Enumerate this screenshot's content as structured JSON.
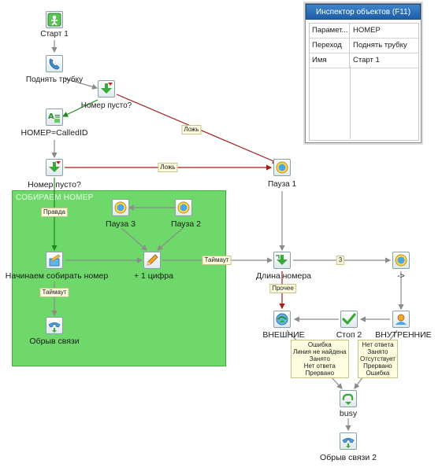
{
  "inspector": {
    "title": "Инспектор объектов (F11)",
    "rows": [
      {
        "key": "Парамет...",
        "value": "НОМЕР"
      },
      {
        "key": "Переход",
        "value": "Поднять трубку"
      },
      {
        "key": "Имя",
        "value": "Старт 1"
      }
    ]
  },
  "group": {
    "title": "СОБИРАЕМ НОМЕР",
    "color": "#6ed96a"
  },
  "nodes": {
    "start1": {
      "label": "Старт 1",
      "icon": "start-icon"
    },
    "pickup": {
      "label": "Поднять трубку",
      "icon": "phone-pickup-icon"
    },
    "empty1": {
      "label": "Номер пусто?",
      "icon": "condition-icon"
    },
    "assign": {
      "label": "НОМЕР=CalledID",
      "icon": "assign-icon"
    },
    "empty2": {
      "label": "Номер пусто?",
      "icon": "condition-icon"
    },
    "pause1": {
      "label": "Пауза 1",
      "icon": "clock-icon"
    },
    "pause3": {
      "label": "Пауза 3",
      "icon": "clock-icon"
    },
    "pause2": {
      "label": "Пауза 2",
      "icon": "clock-icon"
    },
    "collect": {
      "label": "Начинаем собирать номер",
      "icon": "keypad-icon"
    },
    "plusdigit": {
      "label": "+ 1 цифра",
      "icon": "pencil-icon"
    },
    "hangup1": {
      "label": "Обрыв связи",
      "icon": "hangup-icon"
    },
    "length": {
      "label": "Длина номера",
      "icon": "switch-icon"
    },
    "arrow": {
      "label": "->",
      "icon": "clock-icon"
    },
    "external": {
      "label": "ВНЕШНИЕ",
      "icon": "external-call-icon"
    },
    "stop2": {
      "label": "Стоп 2",
      "icon": "checkmark-icon"
    },
    "internal": {
      "label": "ВНУТРЕННИЕ",
      "icon": "internal-call-icon"
    },
    "busy": {
      "label": "busy",
      "icon": "busy-icon"
    },
    "hangup2": {
      "label": "Обрыв связи 2",
      "icon": "hangup-icon"
    }
  },
  "edge_labels": {
    "false1": "Ложь",
    "false2": "Ложь",
    "true1": "Правда",
    "timeout1": "Таймаут",
    "timeout2": "Таймаут",
    "three": "3",
    "other": "Прочее",
    "external_results": [
      "Ошибка",
      "Линия не найдена",
      "Занято",
      "Нет ответа",
      "Прервано"
    ],
    "internal_results": [
      "Нет ответа",
      "Занято",
      "Отсутствует",
      "Прервано",
      "Ошибка"
    ]
  },
  "colors": {
    "edge_default": "#8c8c8c",
    "edge_false": "#a31d1d",
    "edge_true": "#1f8a1f",
    "group_fill": "#6ed96a",
    "inspector_header": "#2a6fb8",
    "note_fill": "#fffde0"
  }
}
